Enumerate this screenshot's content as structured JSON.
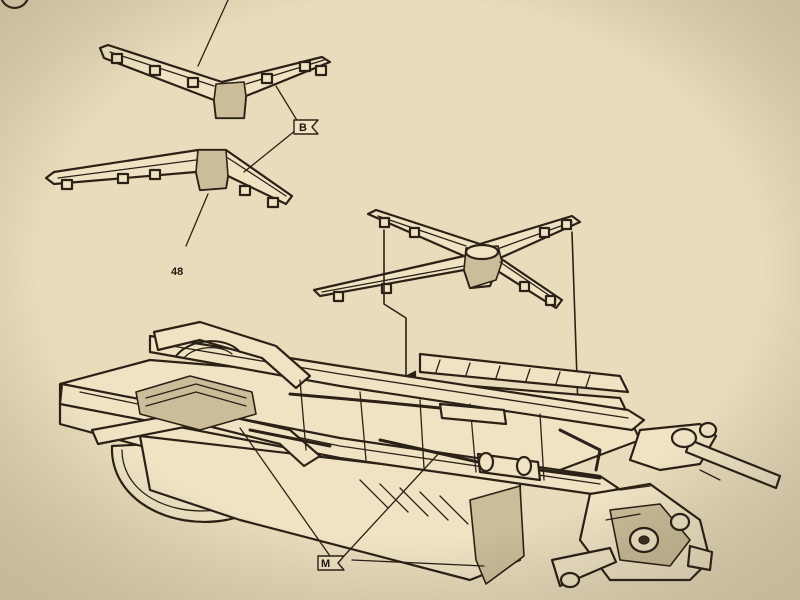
{
  "step_number": "48",
  "callouts": {
    "part_b": "B",
    "part_m": "M"
  },
  "colors": {
    "paper": "#e9dcbc",
    "ink": "#2b2116"
  }
}
